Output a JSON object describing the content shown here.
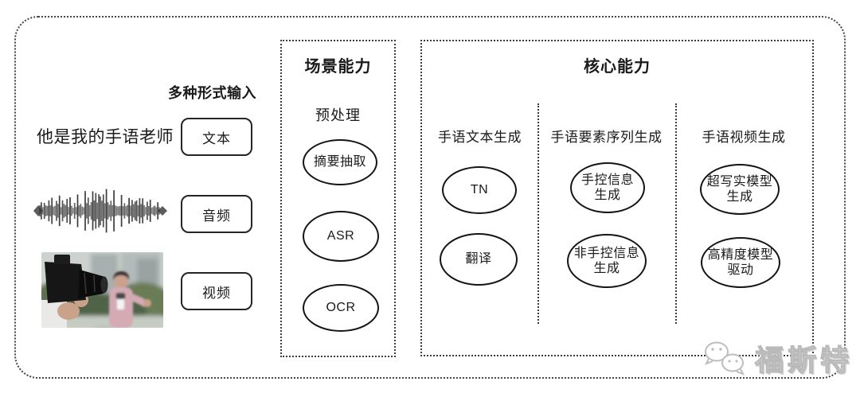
{
  "input_section": {
    "label": "多种形式输入",
    "text_sample": "他是我的手语老师",
    "types": [
      "文本",
      "音频",
      "视频"
    ]
  },
  "scene_box": {
    "title": "场景能力",
    "subtitle": "预处理",
    "nodes": [
      "摘要抽取",
      "ASR",
      "OCR"
    ]
  },
  "core_box": {
    "title": "核心能力",
    "columns": [
      {
        "header": "手语文本生成",
        "nodes": [
          {
            "lines": [
              "TN"
            ]
          },
          {
            "lines": [
              "翻译"
            ]
          }
        ]
      },
      {
        "header": "手语要素序列生成",
        "nodes": [
          {
            "lines": [
              "手控信息",
              "生成"
            ]
          },
          {
            "lines": [
              "非手控信息",
              "生成"
            ]
          }
        ]
      },
      {
        "header": "手语视频生成",
        "nodes": [
          {
            "lines": [
              "超写实模型",
              "生成"
            ]
          },
          {
            "lines": [
              "高精度模型",
              "驱动"
            ]
          }
        ]
      }
    ]
  },
  "watermark": {
    "text": "福斯特",
    "icon": "wechat-icon"
  },
  "colors": {
    "background": "#ffffff",
    "stroke": "#141414",
    "dotted_border": "#3c3c3c",
    "watermark_gray": "#b9b9b9"
  }
}
